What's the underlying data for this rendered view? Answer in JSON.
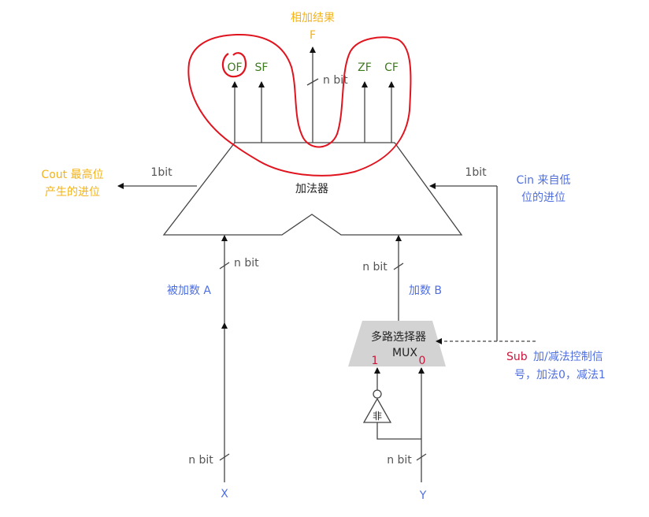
{
  "colors": {
    "flag": "#3d7a1c",
    "result": "#f2b31b",
    "input": "#4f6fe0",
    "sub": "#c8173c",
    "annotation": "#e0141e",
    "mux_fill": "#d3d3d3"
  },
  "outputs": {
    "result_title": "相加结果",
    "result_name": "F",
    "result_width": "n bit",
    "flags": [
      "OF",
      "SF",
      "ZF",
      "CF"
    ]
  },
  "adder": {
    "label": "加法器"
  },
  "cout": {
    "width": "1bit",
    "line1": "Cout 最高位",
    "line2": "产生的进位"
  },
  "cin": {
    "width": "1bit",
    "line1": "Cin 来自低",
    "line2": "位的进位"
  },
  "input_a": {
    "width": "n bit",
    "label": "被加数 A",
    "source_width": "n bit",
    "source": "X"
  },
  "input_b": {
    "width": "n bit",
    "label": "加数 B",
    "source_width": "n bit",
    "source": "Y"
  },
  "mux": {
    "line1": "多路选择器",
    "line2": "MUX",
    "in1": "1",
    "in0": "0"
  },
  "not_gate": {
    "label": "非"
  },
  "sub": {
    "name": "Sub",
    "line1": "加/减法控制信",
    "line2": "号，加法0，减法1"
  }
}
